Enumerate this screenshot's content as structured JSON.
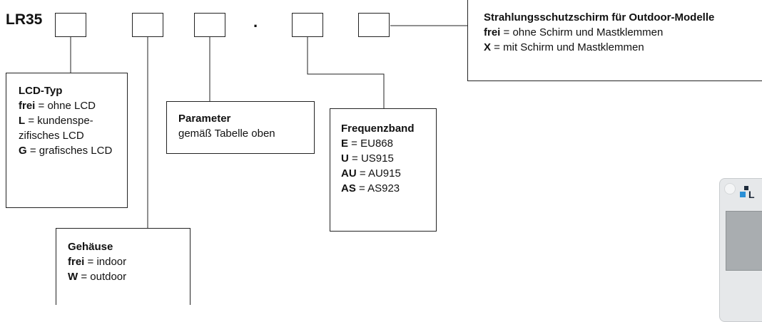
{
  "code": {
    "prefix": "LR35",
    "separator": "."
  },
  "boxes": {
    "lcd": {
      "title": "LCD-Typ",
      "items": [
        {
          "key": "frei",
          "text": " = ohne LCD"
        },
        {
          "key": "L",
          "text": " = kundenspe-zifisches LCD"
        },
        {
          "key": "G",
          "text": " = grafisches LCD"
        }
      ]
    },
    "housing": {
      "title": "Gehäuse",
      "items": [
        {
          "key": "frei",
          "text": " = indoor"
        },
        {
          "key": "W",
          "text": " = outdoor"
        }
      ]
    },
    "parameter": {
      "title": "Parameter",
      "line": "gemäß Tabelle oben"
    },
    "frequency": {
      "title": "Frequenzband",
      "items": [
        {
          "key": "E",
          "text": " = EU868"
        },
        {
          "key": "U",
          "text": " = US915"
        },
        {
          "key": "AU",
          "text": " = AU915"
        },
        {
          "key": "AS",
          "text": " = AS923"
        }
      ]
    },
    "shield": {
      "title": "Strahlungsschutzschirm für Outdoor-Modelle",
      "items": [
        {
          "key": "frei",
          "text": " = ohne Schirm und Mastklemmen"
        },
        {
          "key": "X",
          "text": " = mit Schirm und Mastklemmen"
        }
      ]
    }
  },
  "device": {
    "logo": "L"
  }
}
